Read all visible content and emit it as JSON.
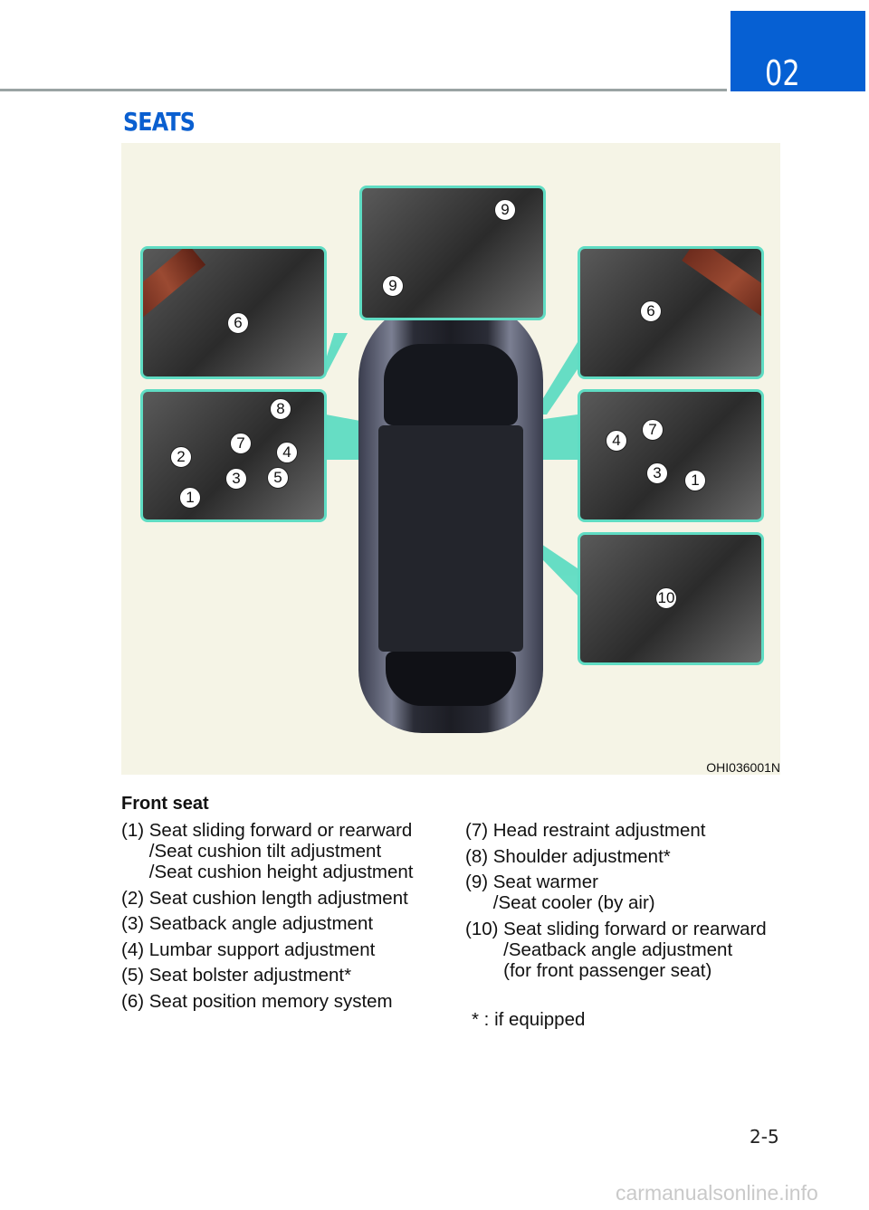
{
  "header": {
    "chapter": "02",
    "section": "SEATS"
  },
  "figure": {
    "code": "OHI036001N",
    "callouts": {
      "top_center": [
        "9",
        "9"
      ],
      "left_top": [
        "6"
      ],
      "left_mid": [
        "8",
        "2",
        "7",
        "4",
        "3",
        "5",
        "1"
      ],
      "right_top": [
        "6"
      ],
      "right_mid": [
        "4",
        "7",
        "3",
        "1"
      ],
      "right_bottom": [
        "10"
      ]
    }
  },
  "content": {
    "heading": "Front seat",
    "left_items": [
      {
        "num": "(1) ",
        "lines": [
          "Seat sliding forward or rearward",
          "/Seat cushion tilt adjustment",
          "/Seat cushion height adjustment"
        ]
      },
      {
        "num": "(2) ",
        "lines": [
          "Seat cushion length adjustment"
        ]
      },
      {
        "num": "(3) ",
        "lines": [
          "Seatback angle adjustment"
        ]
      },
      {
        "num": "(4) ",
        "lines": [
          "Lumbar support adjustment"
        ]
      },
      {
        "num": "(5) ",
        "lines": [
          "Seat bolster adjustment*"
        ]
      },
      {
        "num": "(6) ",
        "lines": [
          "Seat position memory system"
        ]
      }
    ],
    "right_items": [
      {
        "num": "(7) ",
        "lines": [
          "Head restraint adjustment"
        ]
      },
      {
        "num": "(8) ",
        "lines": [
          "Shoulder adjustment*"
        ]
      },
      {
        "num": "(9) ",
        "lines": [
          "Seat warmer",
          "/Seat cooler (by air)"
        ]
      },
      {
        "num": "(10) ",
        "lines": [
          "Seat sliding forward or rearward",
          "/Seatback angle adjustment",
          "(for front passenger seat)"
        ]
      }
    ],
    "note": "* : if equipped"
  },
  "footer": {
    "page": "2-5",
    "watermark": "carmanualsonline.info"
  }
}
